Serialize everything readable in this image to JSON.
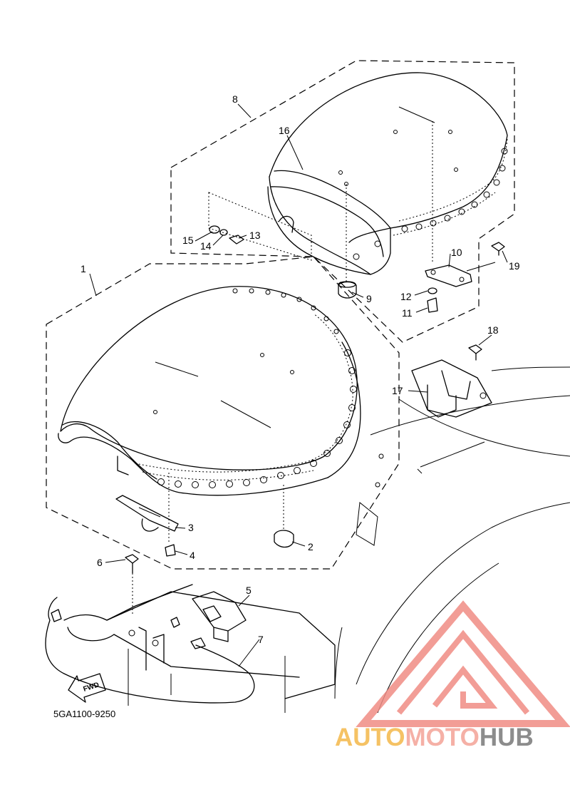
{
  "diagram": {
    "code": "5GA1100-9250",
    "fwd_label": "FWD",
    "part_numbers": {
      "p1": "1",
      "p2": "2",
      "p3": "3",
      "p4": "4",
      "p5": "5",
      "p6": "6",
      "p7": "7",
      "p8": "8",
      "p9": "9",
      "p10": "10",
      "p11": "11",
      "p12": "12",
      "p13": "13",
      "p14": "14",
      "p15": "15",
      "p16": "16",
      "p17": "17",
      "p18": "18",
      "p19": "19"
    }
  },
  "watermark": {
    "part_auto": "AUTO",
    "part_moto": "MOTO",
    "part_hub": "HUB",
    "colors": {
      "auto": "#f5c264",
      "moto": "#f5b0a6",
      "hub": "#8c8c8c",
      "logo": "#f08c84"
    }
  }
}
